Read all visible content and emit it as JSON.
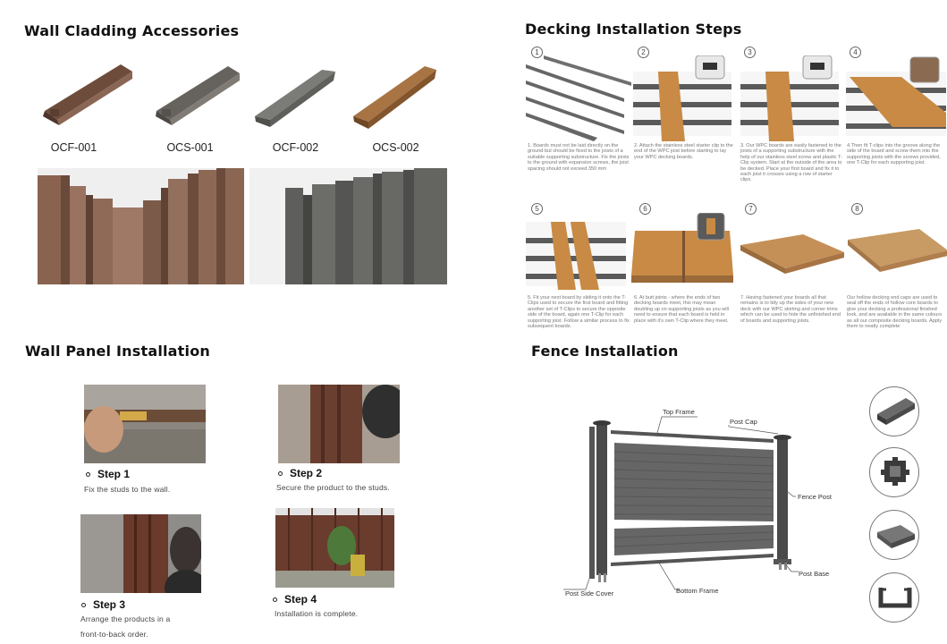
{
  "wall_cladding": {
    "title": "Wall Cladding Accessories",
    "items": [
      {
        "code": "OCF-001",
        "color": "#7a5746"
      },
      {
        "code": "OCS-001",
        "color": "#6f6a64"
      },
      {
        "code": "OCF-002",
        "color": "#6a6a66"
      },
      {
        "code": "OCS-002",
        "color": "#9a6a3a"
      }
    ]
  },
  "decking": {
    "title": "Decking Installation Steps",
    "steps": [
      {
        "num": "1",
        "text": "1. Boards must not be laid directly on the ground but should be fixed to the joists of a suitable supporting substructure. Fix the joists to the ground with expansion screws, the joist spacing should not exceed 350 mm"
      },
      {
        "num": "2",
        "text": "2. Attach the stainless steel starter clip to the end of the WPC joist before starting to lay your WPC decking boards."
      },
      {
        "num": "3",
        "text": "3. Our WPC boards are easily fastened to the joists of a supporting substructure with the help of our stainless steel screw and plastic T-Clip system. Start at the outside of the area to be decked. Place your first board and fix it to each joist it crosses using a row of starter clips."
      },
      {
        "num": "4",
        "text": "4.Then fit T-clips into the groove along the side of the board and screw them into the supporting joists with the screws provided, one T-Clip for each supporting joist."
      },
      {
        "num": "5",
        "text": "5. Fit your next board by sliding it onto the T-Clips used to secure the first board and fitting another set of T-Clips to secure the opposite side of the board, again one T-Clip for each supporting joist. Follow a similar process to fix subsequent boards."
      },
      {
        "num": "6",
        "text": "6. At butt joints - where the ends of two decking boards meet, this may mean doubling up on supporting joists as you will need to ensure that each board is held in place with it's own T-Clip where they meet."
      },
      {
        "num": "7",
        "text": "7. Having fastened your boards all that remains is to tidy up the sides of your new deck with our WPC skirting and corner trims which can be used to hide the unfinished end of boards and supporting joists."
      },
      {
        "num": "8",
        "text": "Our hollow decking end caps are used to seal off the ends of hollow core boards to give your decking a professional finished look, and are available in the same colours as all our composite decking boards. Apply them to neatly complete"
      }
    ]
  },
  "wall_panel": {
    "title": "Wall Panel Installation",
    "steps": [
      {
        "label": "Step 1",
        "desc": "Fix the studs to the wall."
      },
      {
        "label": "Step 2",
        "desc": "Secure the product to the studs."
      },
      {
        "label": "Step 3",
        "desc_line1": "Arrange the products in a",
        "desc_line2": "front-to-back order."
      },
      {
        "label": "Step 4",
        "desc": "Installation is complete."
      }
    ]
  },
  "fence": {
    "title": "Fence Installation",
    "labels": {
      "top_frame": "Top Frame",
      "post_cap": "Post Cap",
      "fence_post": "Fence Post",
      "post_base": "Post Base",
      "bottom_frame": "Bottom Frame",
      "post_side_cover": "Post Side Cover"
    }
  },
  "colors": {
    "wood_brown": "#7a5746",
    "teak": "#c9873e",
    "grey": "#6b6b6b",
    "dark_grey": "#4a4a4a"
  }
}
